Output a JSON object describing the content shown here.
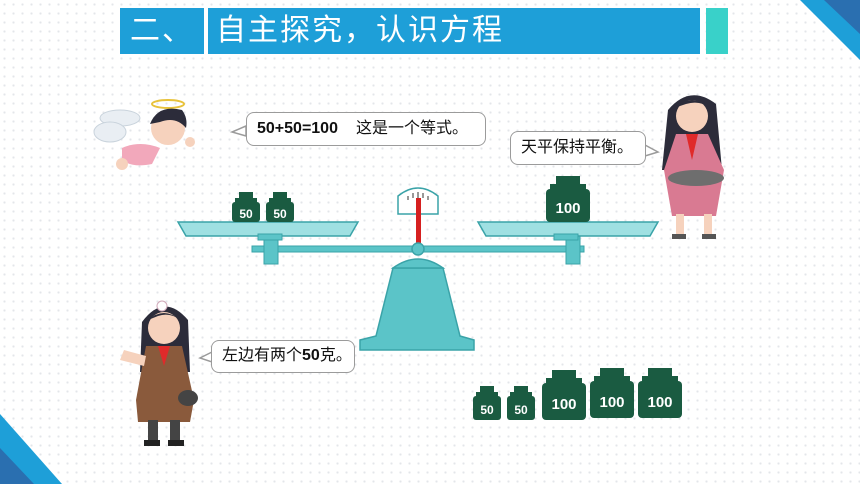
{
  "title": {
    "number": "二、",
    "text": "自主探究，认识方程"
  },
  "bubbles": {
    "angel": {
      "equation": "50+50=100",
      "comment": "这是一个等式。"
    },
    "girl_right": {
      "text": "天平保持平衡。"
    },
    "girl_left": {
      "before": "左边有两个",
      "number": "50",
      "after": "克。"
    }
  },
  "scale": {
    "left_pan": [
      "50",
      "50"
    ],
    "right_pan": [
      "100"
    ]
  },
  "weights_row": [
    "50",
    "50",
    "100",
    "100",
    "100"
  ],
  "colors": {
    "title_bg": "#1e9fd8",
    "accent": "#39d1c9",
    "scale": "#5bc4c8",
    "weight": "#1a5b41"
  }
}
